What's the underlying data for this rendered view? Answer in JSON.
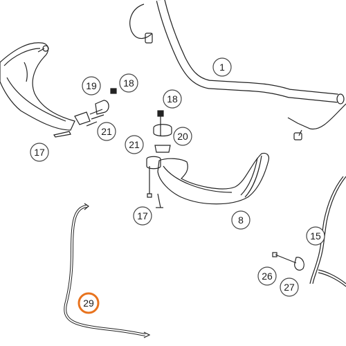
{
  "colors": {
    "line": "#222222",
    "callout_fill": "#ffffff",
    "highlight": "#e8731e"
  },
  "callouts": [
    {
      "id": "c1",
      "label": "1",
      "highlighted": false
    },
    {
      "id": "c19",
      "label": "19",
      "highlighted": false
    },
    {
      "id": "c18a",
      "label": "18",
      "highlighted": false
    },
    {
      "id": "c18b",
      "label": "18",
      "highlighted": false
    },
    {
      "id": "c21a",
      "label": "21",
      "highlighted": false
    },
    {
      "id": "c20",
      "label": "20",
      "highlighted": false
    },
    {
      "id": "c21b",
      "label": "21",
      "highlighted": false
    },
    {
      "id": "c17a",
      "label": "17",
      "highlighted": false
    },
    {
      "id": "c17b",
      "label": "17",
      "highlighted": false
    },
    {
      "id": "c8",
      "label": "8",
      "highlighted": false
    },
    {
      "id": "c15",
      "label": "15",
      "highlighted": false
    },
    {
      "id": "c26",
      "label": "26",
      "highlighted": false
    },
    {
      "id": "c27",
      "label": "27",
      "highlighted": false
    },
    {
      "id": "c29",
      "label": "29",
      "highlighted": true
    }
  ]
}
